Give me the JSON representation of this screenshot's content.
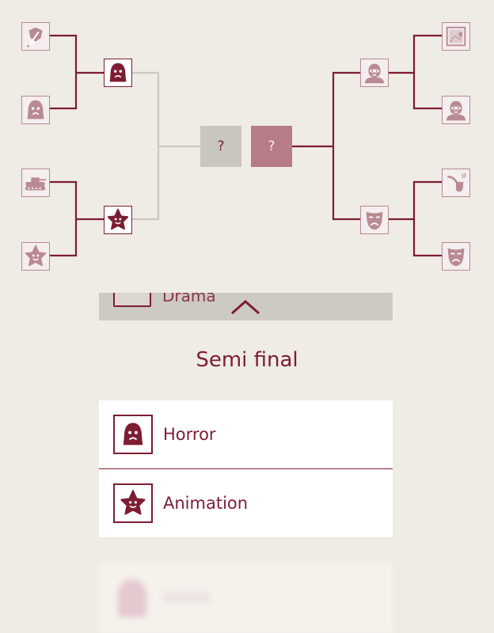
{
  "bracket": {
    "final_left_label": "?",
    "final_right_label": "?",
    "left_first_round": [
      "sword-shield-icon",
      "ghost-icon",
      "tank-icon",
      "star-face-icon"
    ],
    "left_semifinal": [
      "ghost-icon",
      "star-face-icon"
    ],
    "right_first_round": [
      "treasure-map-icon",
      "masked-robber-icon",
      "smoking-pipe-icon",
      "sad-mask-icon"
    ],
    "right_semifinal": [
      "masked-robber-icon",
      "drama-mask-icon"
    ]
  },
  "collapsed_round": {
    "peek_label": "Drama",
    "toggle_icon": "chevron-up-icon"
  },
  "round": {
    "title": "Semi final",
    "choices": [
      {
        "label": "Horror",
        "icon": "ghost-icon"
      },
      {
        "label": "Animation",
        "icon": "star-face-icon"
      }
    ]
  },
  "colors": {
    "background": "#efebe5",
    "accent": "#7d1d32",
    "faded_accent": "#b67c88",
    "card": "#ffffff",
    "neutral_bar": "#cdc9c3"
  }
}
